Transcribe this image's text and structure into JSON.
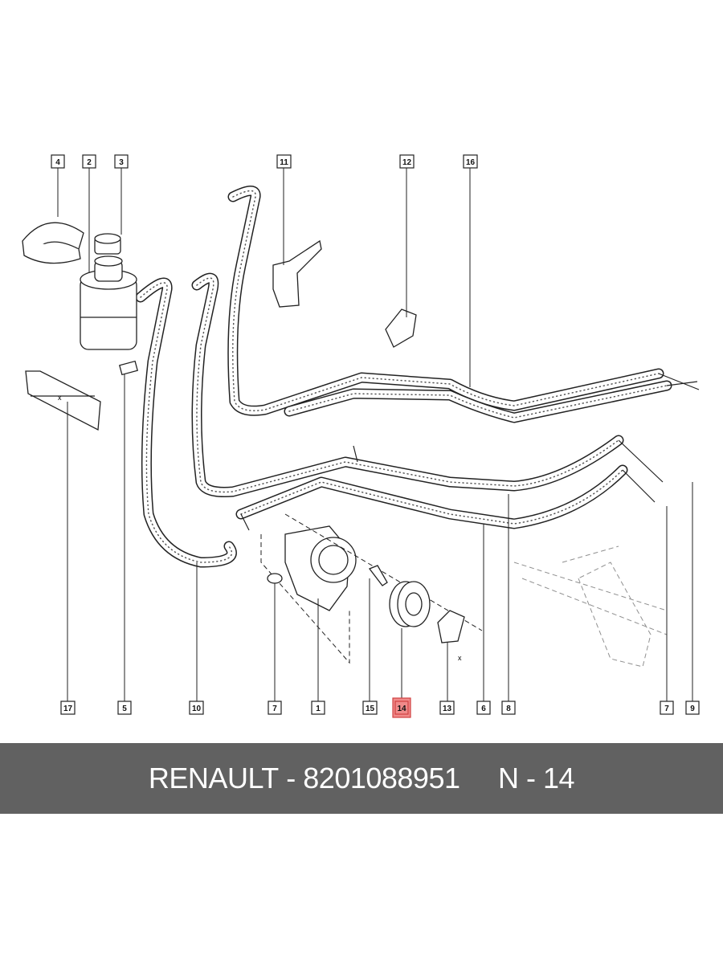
{
  "diagram": {
    "callouts_top": [
      "4",
      "2",
      "3",
      "11",
      "12",
      "16"
    ],
    "callouts_bottom": [
      "17",
      "5",
      "10",
      "7",
      "1",
      "15",
      "14",
      "13",
      "6",
      "8",
      "7",
      "9"
    ],
    "highlighted": "14",
    "highlight_color": "#f08a8a",
    "dimension_marks": [
      "x",
      "x"
    ]
  },
  "banner": {
    "brand": "RENAULT",
    "separator": " - ",
    "part_number": "8201088951",
    "position_label": "N - 14",
    "background": "#616161"
  }
}
